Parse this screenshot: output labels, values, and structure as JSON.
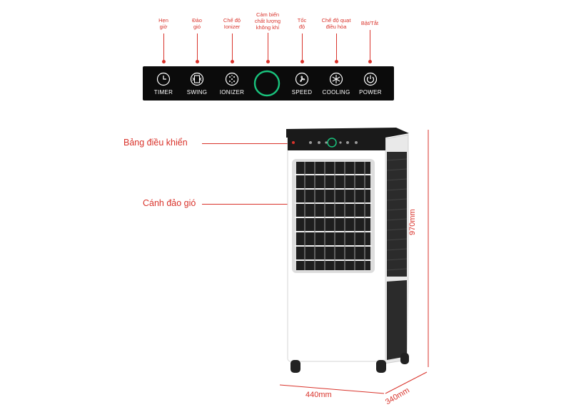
{
  "top_labels": [
    {
      "text": "Hẹn\ngiờ"
    },
    {
      "text": "Đảo\ngió"
    },
    {
      "text": "Chế độ\nIonizer"
    },
    {
      "text": "Cảm biến\nchất lượng\nkhông khí"
    },
    {
      "text": "Tốc\nđộ"
    },
    {
      "text": "Chế độ quạt\nđiều hòa"
    },
    {
      "text": "Bật/Tắt"
    }
  ],
  "panel_buttons": [
    {
      "label": "TIMER",
      "icon": "timer-icon"
    },
    {
      "label": "SWING",
      "icon": "swing-icon"
    },
    {
      "label": "IONIZER",
      "icon": "ionizer-icon"
    },
    {
      "label": "",
      "icon": "air-quality-ring-icon"
    },
    {
      "label": "SPEED",
      "icon": "speed-icon"
    },
    {
      "label": "COOLING",
      "icon": "snowflake-icon"
    },
    {
      "label": "POWER",
      "icon": "power-icon"
    }
  ],
  "callouts": {
    "control_panel": "Bảng điều khiển",
    "swing_louver": "Cánh đảo gió"
  },
  "dimensions": {
    "height": "970mm",
    "width": "440mm",
    "depth": "340mm"
  },
  "colors": {
    "accent": "#d9332b",
    "panel": "#0b0b0b",
    "ring": "#19c37d"
  }
}
